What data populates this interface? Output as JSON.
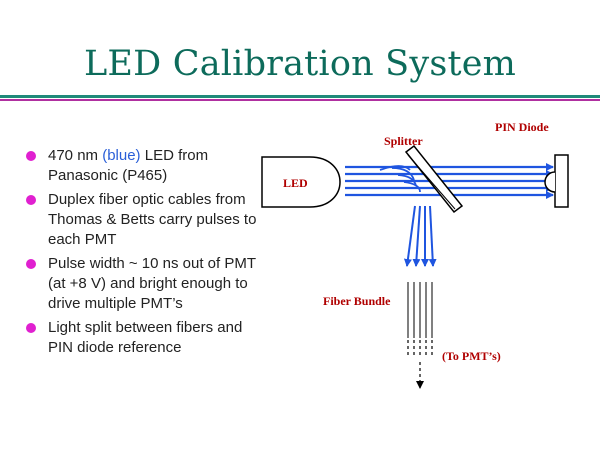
{
  "slide": {
    "title": "LED Calibration System"
  },
  "bullets": [
    {
      "before": "470 nm ",
      "highlight": "(blue)",
      "after": " LED from Panasonic (P465)"
    },
    {
      "before": "Duplex fiber optic cables from Thomas & Betts carry pulses to each PMT",
      "highlight": "",
      "after": ""
    },
    {
      "before": "Pulse width ~ 10 ns out of PMT (at +8 V) and bright enough to drive multiple PMT’s",
      "highlight": "",
      "after": ""
    },
    {
      "before": "Light split between fibers and PIN diode reference",
      "highlight": "",
      "after": ""
    }
  ],
  "diagram": {
    "led_label": "LED",
    "splitter_label": "Splitter",
    "pin_diode_label": "PIN Diode",
    "fiber_bundle_label": "Fiber Bundle",
    "to_pmts_label": "(To PMT’s)"
  },
  "colors": {
    "title": "#0d6b5b",
    "rule_teal": "#1f8a7a",
    "rule_magenta": "#b030a0",
    "bullet": "#e020d0",
    "highlight": "#2a5fd8",
    "arrows": "#1f55e0",
    "labels": "#b00000"
  }
}
